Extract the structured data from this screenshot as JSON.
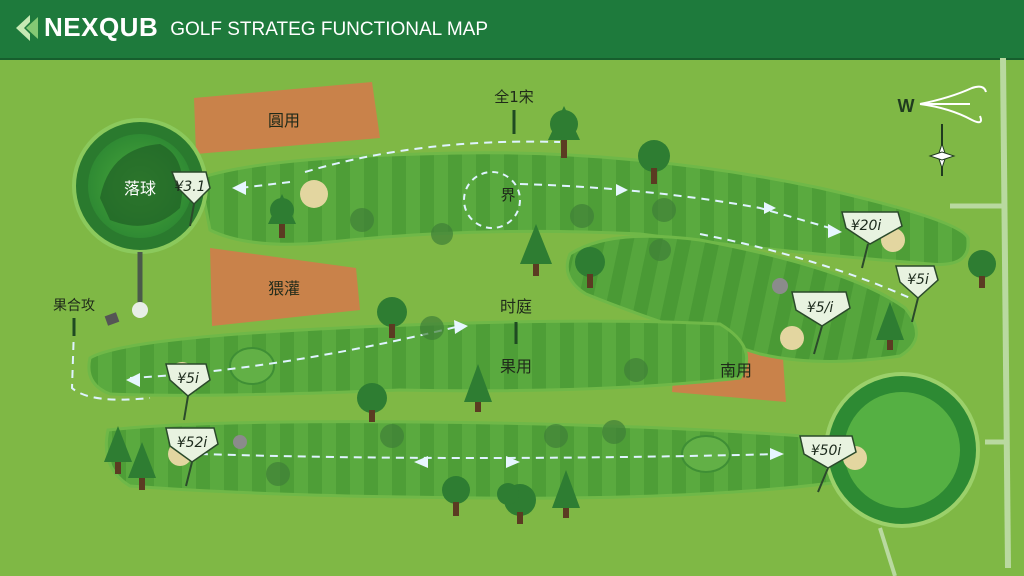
{
  "header": {
    "brand": "NEXQUB",
    "subtitle": "GOLF STRATEG FUNCTIONAL MAP"
  },
  "labels": {
    "green_left": "落球",
    "hazard_top": "圓用",
    "hazard_left": "猥灌",
    "hazard_right": "南用",
    "label_top_center": "全1宋",
    "label_fairway1": "界",
    "label_mid": "时庭",
    "label_fairway2": "果用",
    "label_left_post": "果合攻"
  },
  "flags": {
    "f1": "¥3.1",
    "f2": "¥20i",
    "f3": "¥5i",
    "f4": "¥5/i",
    "f5": "¥5i",
    "f6": "¥52i",
    "f7": "¥50i"
  },
  "compass": {
    "wind_letter": "W"
  },
  "colors": {
    "grass": "#7fb845",
    "fairway_light": "#52a33c",
    "fairway_dark": "#3e8f31",
    "green_dark": "#236b2a",
    "hazard": "#c9824a",
    "header": "#1e7a3c"
  },
  "icons": {
    "wind": "wind-icon",
    "compass": "compass-star-icon",
    "tree": "tree-icon",
    "flag": "flag-icon",
    "bunker": "sand-bunker-icon"
  }
}
